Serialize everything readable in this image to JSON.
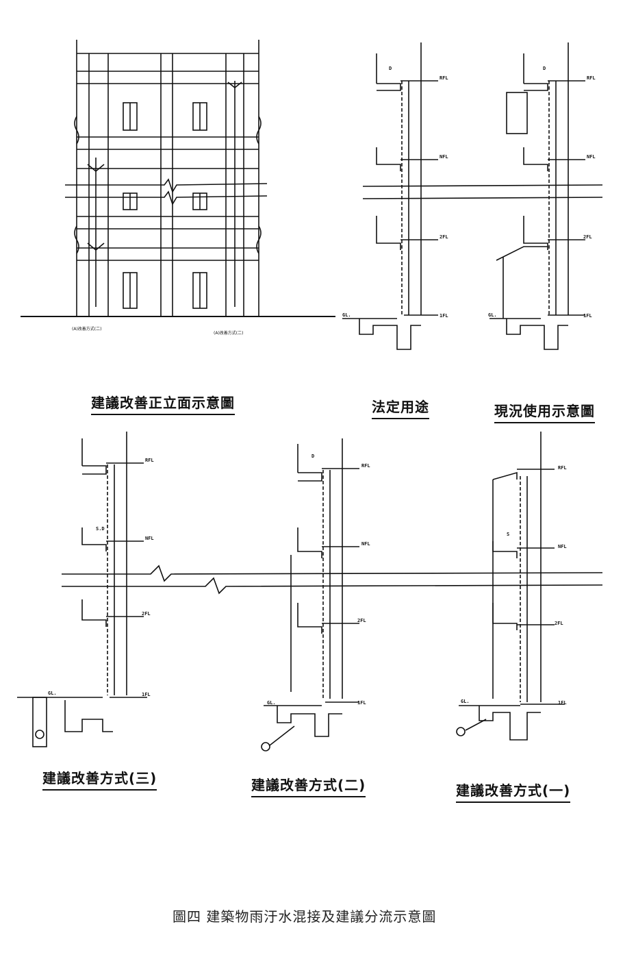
{
  "figure_caption": "圖四  建築物雨汙水混接及建議分流示意圖",
  "panels": {
    "elevation": {
      "title": "建議改善正立面示意圖",
      "note_left": "(A)改善方式(二)",
      "note_right": "(A)改善方式(二)"
    },
    "legal_use": {
      "title": "法定用途"
    },
    "current_use": {
      "title": "現況使用示意圖"
    },
    "method_3": {
      "title": "建議改善方式(三)"
    },
    "method_2": {
      "title": "建議改善方式(二)"
    },
    "method_1": {
      "title": "建議改善方式(一)"
    }
  },
  "floor_labels": {
    "roof": "RFL",
    "n_floor": "NFL",
    "second": "2FL",
    "first": "1FL",
    "ground": "GL."
  },
  "pipe_codes": {
    "drain": "D",
    "sewage": "S",
    "sewage_drain": "S.D"
  },
  "colors": {
    "ink": "#111111",
    "paper": "#ffffff"
  }
}
